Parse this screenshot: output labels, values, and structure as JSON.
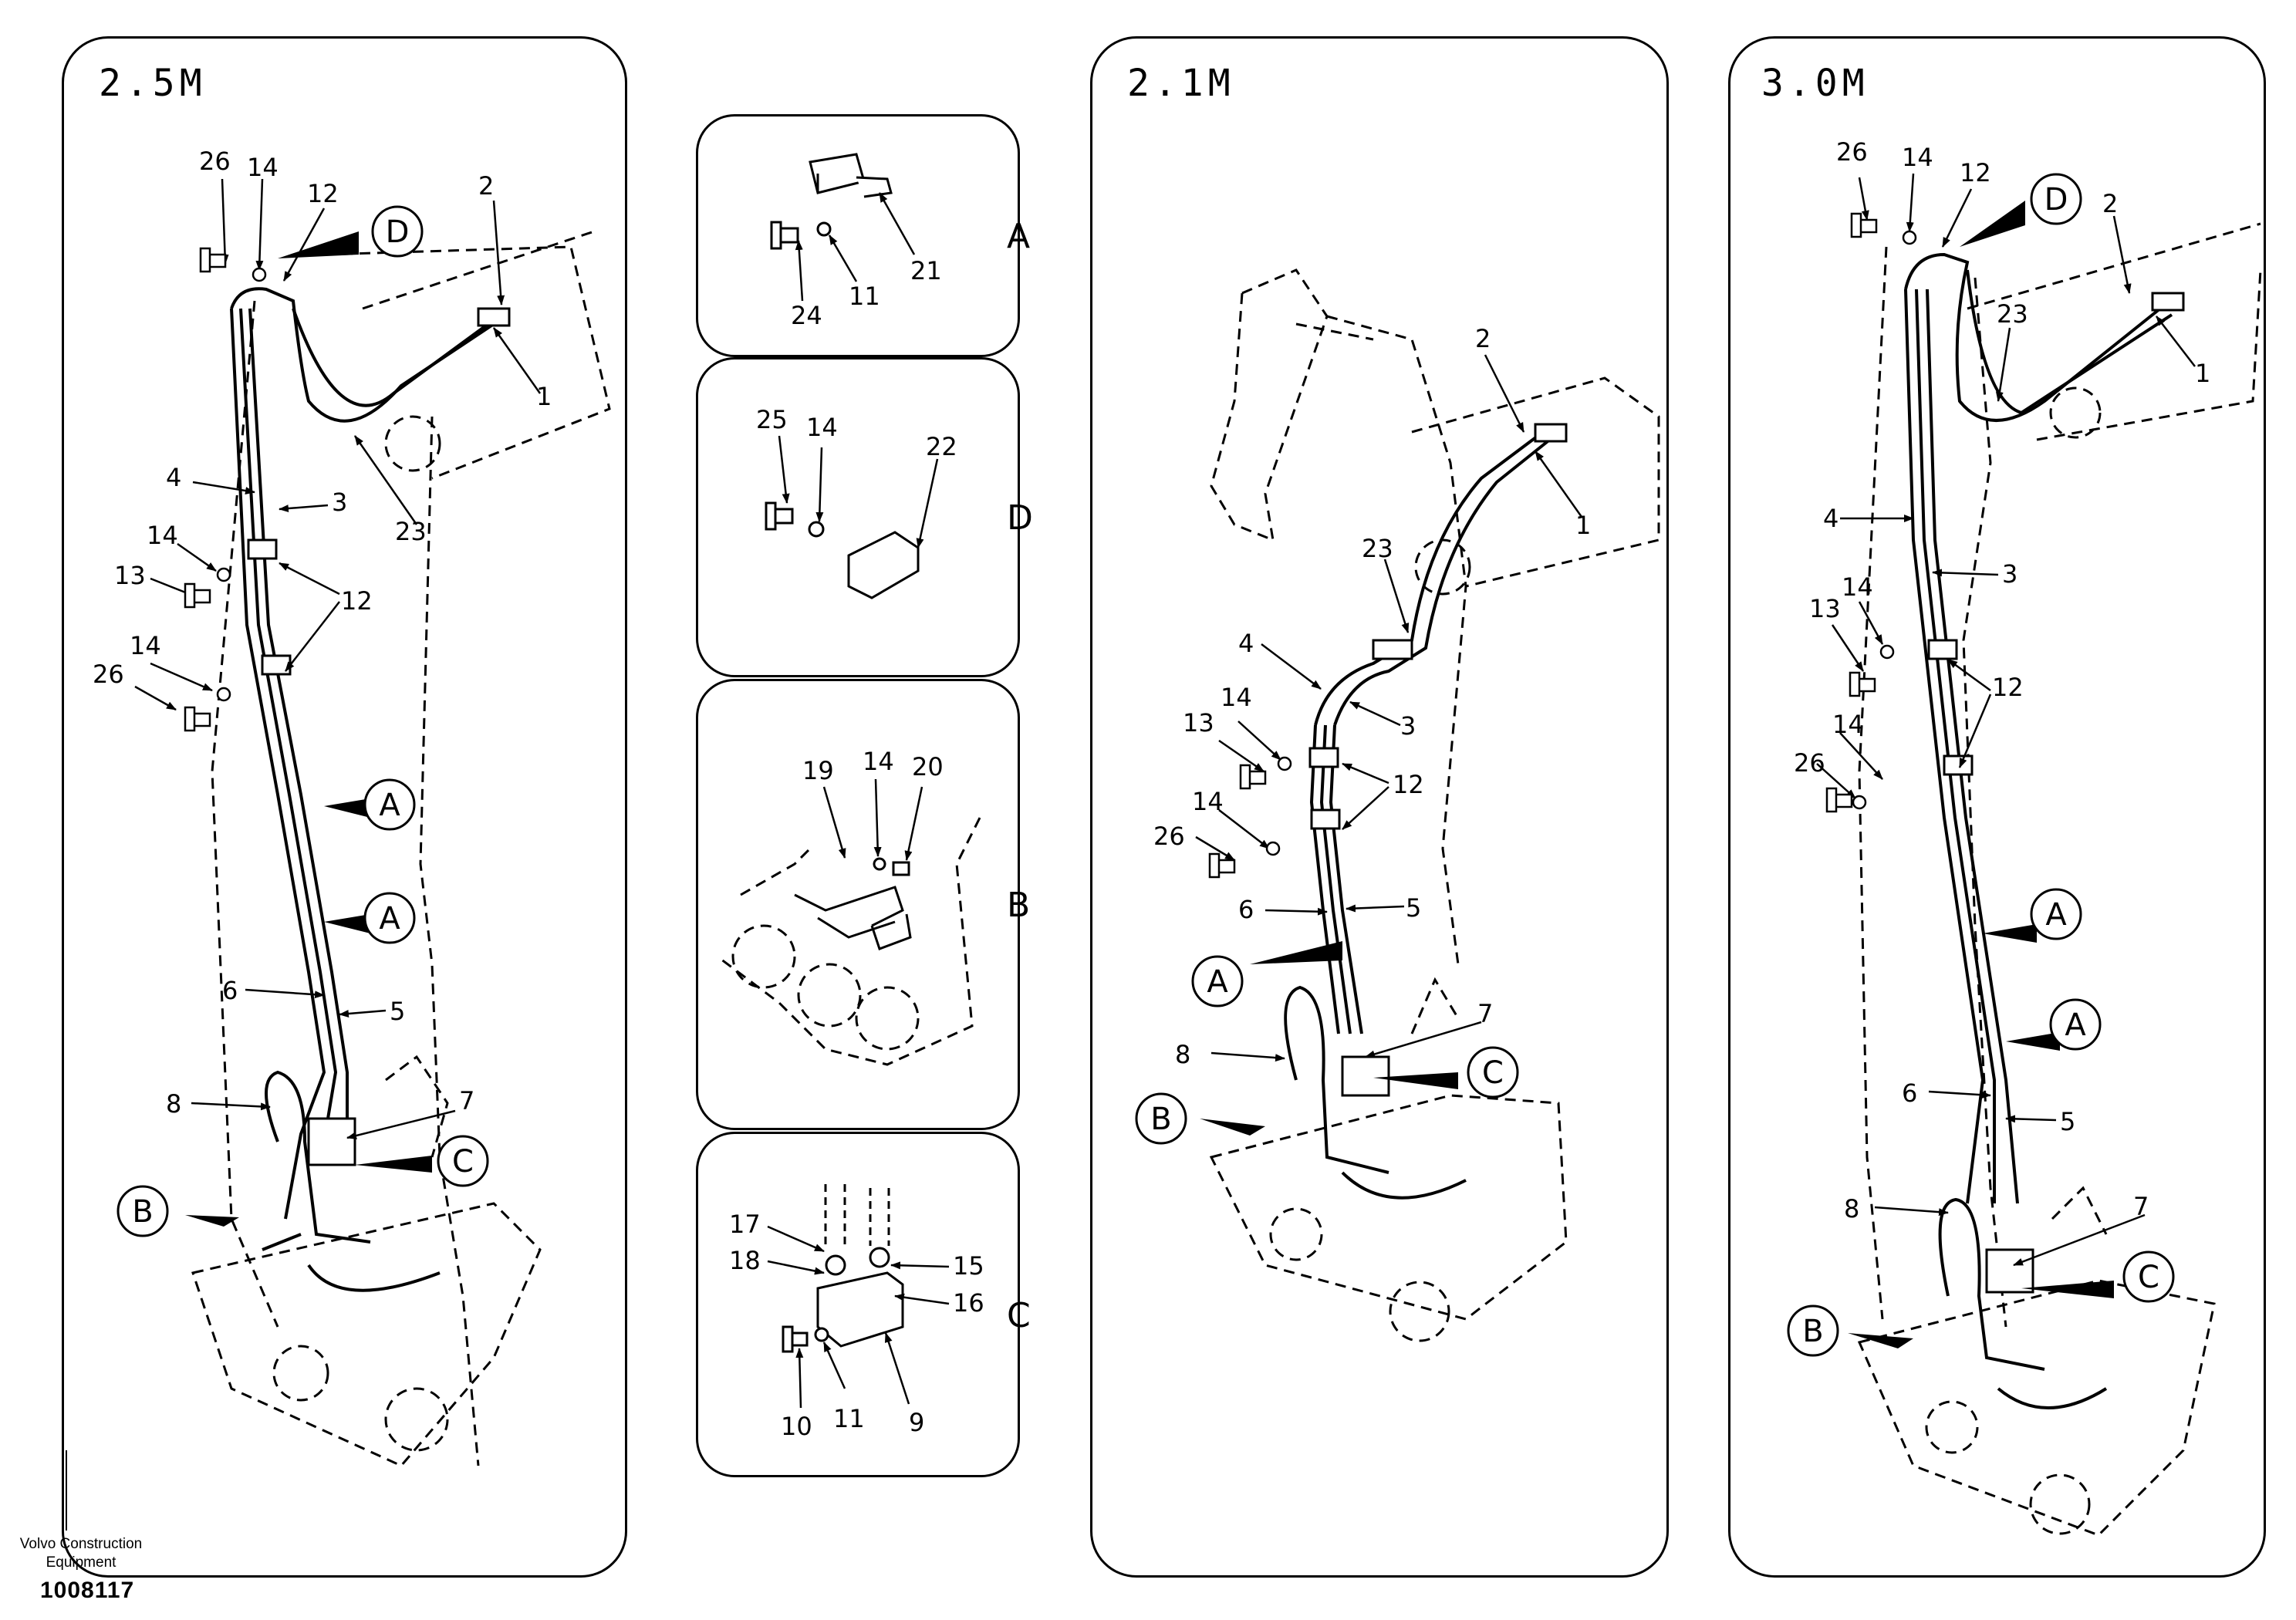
{
  "panels": {
    "left_title": "2.5M",
    "middle_title": "2.1M",
    "right_title": "3.0M"
  },
  "details": {
    "a": "A",
    "d": "D",
    "b": "B",
    "c": "C"
  },
  "callouts": {
    "a": "A",
    "b": "B",
    "c": "C",
    "d": "D"
  },
  "part_numbers": [
    "1",
    "2",
    "3",
    "4",
    "5",
    "6",
    "7",
    "8",
    "9",
    "10",
    "11",
    "12",
    "13",
    "14",
    "15",
    "16",
    "17",
    "18",
    "19",
    "20",
    "21",
    "22",
    "23",
    "24",
    "25",
    "26"
  ],
  "footer": {
    "maker_line1": "Volvo Construction",
    "maker_line2": "Equipment",
    "drawing_id": "1008117"
  }
}
